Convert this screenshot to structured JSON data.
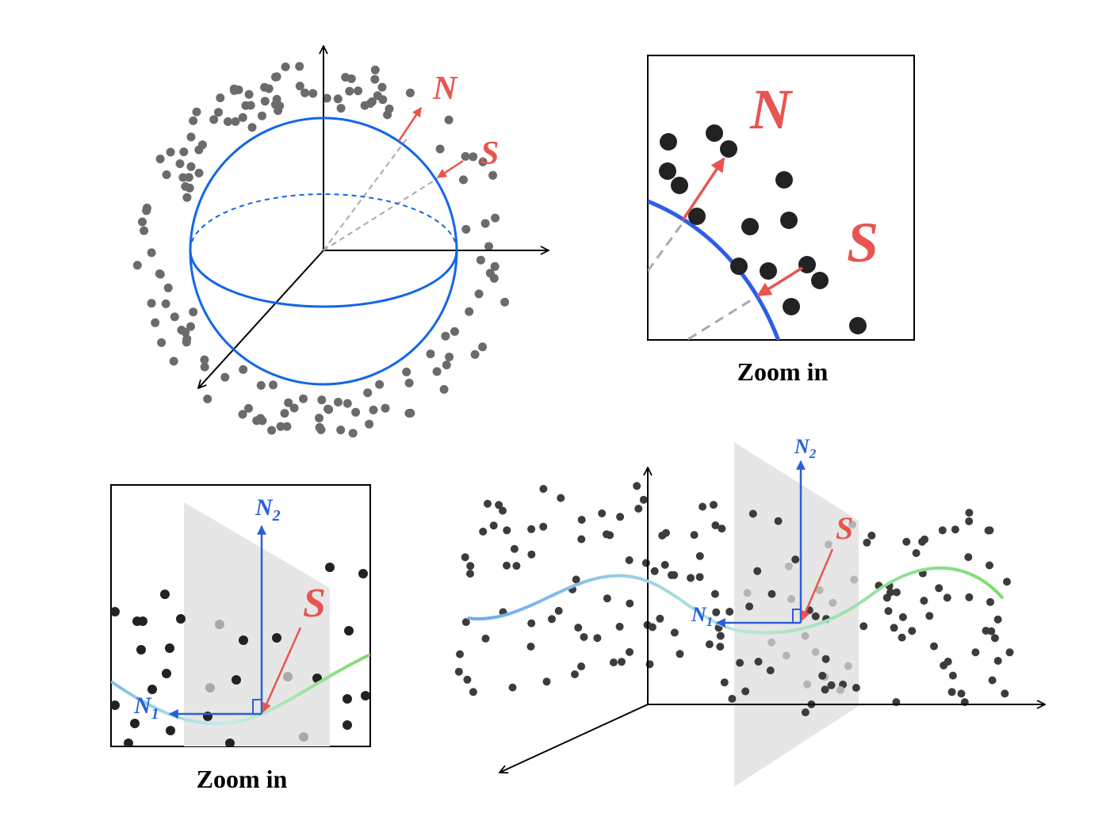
{
  "labels": {
    "sphere_normal": "N",
    "sphere_shear": "S",
    "zoom1_normal": "N",
    "zoom1_shear": "S",
    "zoom1_caption": "Zoom in",
    "zoom2_normal1": "N",
    "zoom2_normal1_sub": "1",
    "zoom2_normal2": "N",
    "zoom2_normal2_sub": "2",
    "zoom2_shear": "S",
    "zoom2_caption": "Zoom in",
    "curve_normal1": "N",
    "curve_normal1_sub": "1",
    "curve_normal2": "N",
    "curve_normal2_sub": "2",
    "curve_shear": "S"
  },
  "colors": {
    "sphere_blue": "#1466e8",
    "normal_red": "#e85450",
    "normal_blue": "#2a5fd9",
    "curve_start": "#6aa8f0",
    "curve_end": "#7bdc6a",
    "point_gray": "#6b6b6b",
    "point_dark": "#222222",
    "plane_gray": "#e6e6e6"
  }
}
